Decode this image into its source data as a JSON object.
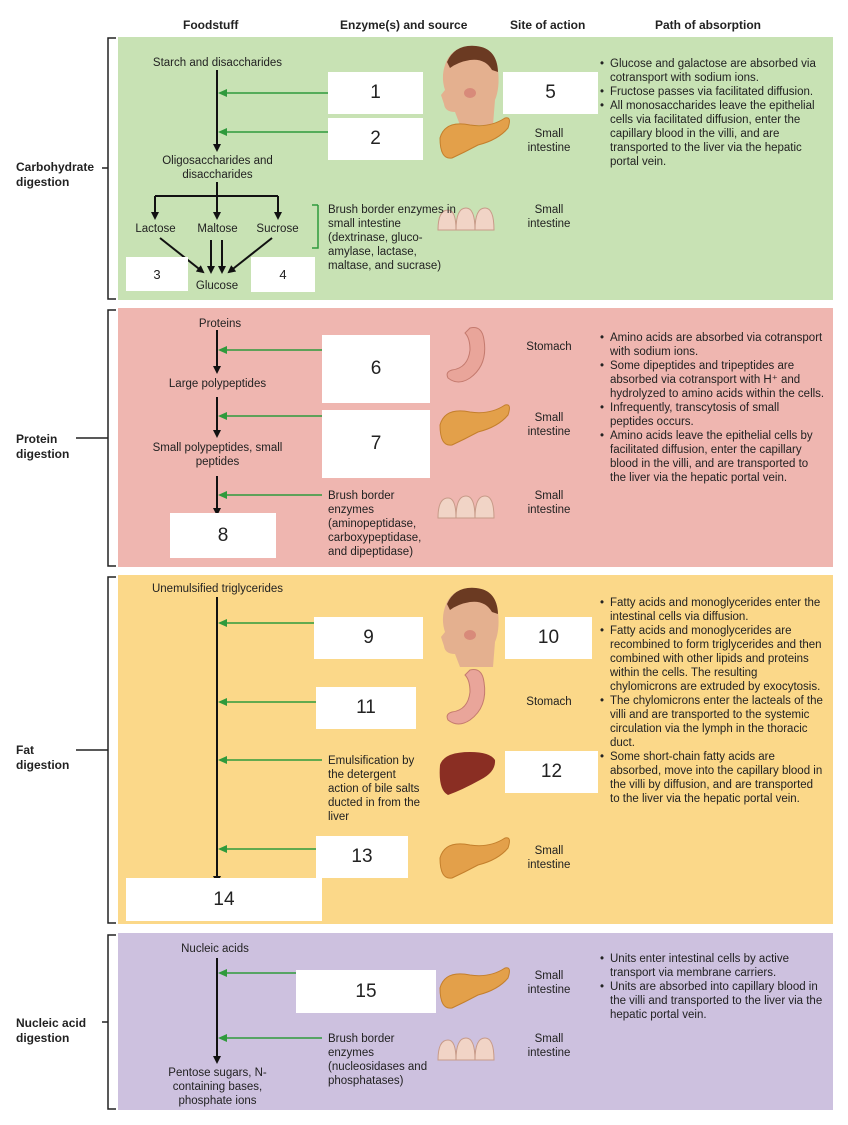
{
  "headers": {
    "foodstuff": "Foodstuff",
    "enzymes": "Enzyme(s) and source",
    "site": "Site of action",
    "path": "Path of absorption"
  },
  "sections": {
    "carb": "Carbohydrate digestion",
    "protein": "Protein digestion",
    "fat": "Fat digestion",
    "nucleic": "Nucleic acid digestion"
  },
  "carb": {
    "starch": "Starch and disaccharides",
    "oligo": "Oligosaccharides and disaccharides",
    "lactose": "Lactose",
    "maltose": "Maltose",
    "sucrose": "Sucrose",
    "glucose": "Glucose",
    "brush": "Brush border enzymes in small intestine (dextrinase, gluco-amylase, lactase, maltase, and sucrase)",
    "site_pancreas": "Small intestine",
    "site_brush": "Small intestine",
    "absorption": [
      "Glucose and galactose are absorbed via cotransport with sodium ions.",
      "Fructose passes via facilitated diffusion.",
      "All monosaccharides leave the epithelial cells via facilitated diffusion, enter the capillary blood in the villi, and are transported to the liver via the hepatic portal vein."
    ]
  },
  "protein": {
    "proteins": "Proteins",
    "large": "Large polypeptides",
    "small": "Small polypeptides, small peptides",
    "brush": "Brush border enzymes (aminopeptidase, carboxypeptidase, and dipeptidase)",
    "site_stomach": "Stomach",
    "site_pancreas": "Small intestine",
    "site_brush": "Small intestine",
    "absorption": [
      "Amino acids are absorbed via cotransport with sodium ions.",
      "Some dipeptides and tripeptides are absorbed via cotransport with H⁺ and hydrolyzed to amino acids within the cells.",
      "Infrequently, transcytosis of small peptides occurs.",
      "Amino acids leave the epithelial cells by facilitated diffusion, enter the capillary blood in the villi, and are transported to the liver via the hepatic portal vein."
    ]
  },
  "fat": {
    "unemulsified": "Unemulsified triglycerides",
    "emulsification": "Emulsification by the detergent action of bile salts ducted in from the liver",
    "site_stomach": "Stomach",
    "site_pancreas": "Small intestine",
    "absorption": [
      "Fatty acids and monoglycerides enter the intestinal cells via diffusion.",
      "Fatty acids and monoglycerides are recombined to form triglycerides and then combined with other lipids and proteins within the cells. The resulting chylomicrons are extruded by exocytosis.",
      "The chylomicrons enter the lacteals of the villi and are transported to the systemic circulation via the lymph in the thoracic duct.",
      "Some short-chain fatty acids are absorbed, move into the capillary blood in the villi by diffusion, and are transported to the liver via the hepatic portal vein."
    ]
  },
  "nucleic": {
    "acids": "Nucleic acids",
    "products": "Pentose sugars, N-containing bases, phosphate ions",
    "brush": "Brush border enzymes (nucleosidases and phosphatases)",
    "site_pancreas": "Small intestine",
    "site_brush": "Small intestine",
    "absorption": [
      "Units enter intestinal cells by active transport via membrane carriers.",
      "Units are absorbed into capillary blood in the villi and transported to the liver via the hepatic portal vein."
    ]
  },
  "blanks": [
    "1",
    "2",
    "3",
    "4",
    "5",
    "6",
    "7",
    "8",
    "9",
    "10",
    "11",
    "12",
    "13",
    "14",
    "15"
  ],
  "colors": {
    "carb_bg": "#c8e2b4",
    "protein_bg": "#efb6b0",
    "fat_bg": "#fbd889",
    "nucleic_bg": "#cdc1df",
    "arrow_green": "#2f9a3c"
  },
  "icons": [
    "head-icon",
    "pancreas-icon",
    "villi-icon",
    "stomach-icon",
    "liver-icon"
  ]
}
